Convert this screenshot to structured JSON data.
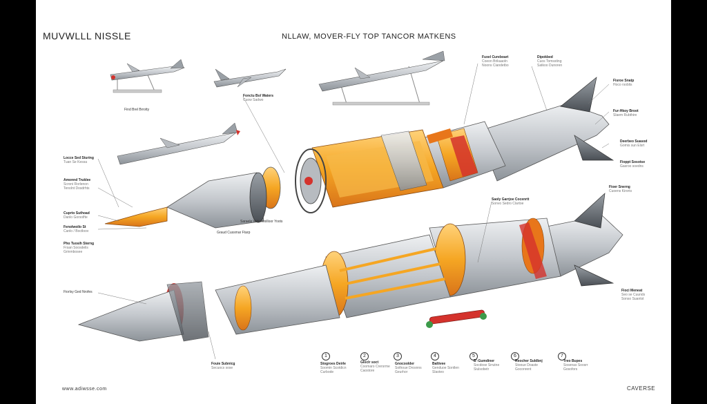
{
  "titles": {
    "left": "MUVWLLL NISSLE",
    "center": "NLLAW, MOVER-FLY TOP TANCOR MATKENS"
  },
  "footer": {
    "left": "www.adiwsse.com",
    "right": "CAVERSE"
  },
  "labels": {
    "pose1": "Find Brel Brrotty",
    "mid_top": [
      "Fonctu Bol Waters",
      "Cuow Sadwo"
    ],
    "top_a": [
      "Fuxel Cureboart",
      "Coeon Brikaaoln",
      "Noons Ciandetbo"
    ],
    "top_b": [
      "Dipokbed",
      "Cuos Tomssting",
      "Satkoo Dunoren"
    ],
    "r1": [
      "Fisroe Snatp",
      "Hoco rsoblis"
    ],
    "r2": [
      "Fur-Hkoy Broot",
      "Slaem Rubthire"
    ],
    "r3": [
      "Deerbeo Suasod",
      "Gomis sun Elsrt"
    ],
    "r4": [
      "Fioppt Sosotse",
      "Gasroo soedns"
    ],
    "r5": [
      "Fioer Snerng",
      "Cuoens Kirorts"
    ],
    "l1": [
      "Locce Sed Sturing",
      "Tuan Se Kessa"
    ],
    "l2": [
      "Amonnd Truklee",
      "Scroni Rorlenon",
      "Tenolnt Dosdrhts"
    ],
    "l3": [
      "Cuprto Suthoad",
      "Danlo Gorsolfte"
    ],
    "l4": [
      "Fenolwoilo St",
      "Canlo / Boctloov"
    ],
    "l5": [
      "Pho Tuosih Sterng",
      "Frsan Soosdelis",
      "Grinmbosee"
    ],
    "center_a": "Saraele Wdooooilloor Yoots",
    "center_b": "Graud Cussmar Ftarp",
    "center_c": [
      "Saoly Garrjoe Cocenrtt",
      "Sonvo Sedro Clartoe"
    ],
    "l6": "Fiorlsy Ged Nrofes",
    "r6": [
      "Fioci Meneat",
      "Seo se Cuunds",
      "Sonso Suantst"
    ],
    "bottom_left": [
      "Fouie Subnicg",
      "Secuocs sose"
    ],
    "steps": [
      {
        "n": "1",
        "lines": [
          "Stogroes Deirle",
          "Soomin Scotdicn",
          "Curbode"
        ]
      },
      {
        "n": "2",
        "lines": [
          "Gloclr soct",
          "Coomaro Crersrme",
          "Caostore"
        ]
      },
      {
        "n": "3",
        "lines": [
          "Gnocoolder",
          "Sothoue Drosnns",
          "Geurhor"
        ]
      },
      {
        "n": "4",
        "lines": [
          "Baltivee",
          "Genduoe Sontlen",
          "Slaoteo"
        ]
      },
      {
        "n": "5",
        "lines": [
          "B'-Gumdiner",
          "Socdose Srrutne",
          "Siulsobetr"
        ]
      },
      {
        "n": "6",
        "lines": [
          "Reocher Suldbnj",
          "Stooue Doaste",
          "Goconrent"
        ]
      },
      {
        "n": "7",
        "lines": [
          "Treo Bupes",
          "Sosenas Soosrr",
          "Gosofors"
        ]
      }
    ]
  },
  "colors": {
    "orange": "#f5a623",
    "deep_orange": "#e8761a",
    "red": "#d4322c",
    "grey": "#c9ccd1",
    "dark_grey": "#5a5f66",
    "green": "#3c9a4a"
  }
}
